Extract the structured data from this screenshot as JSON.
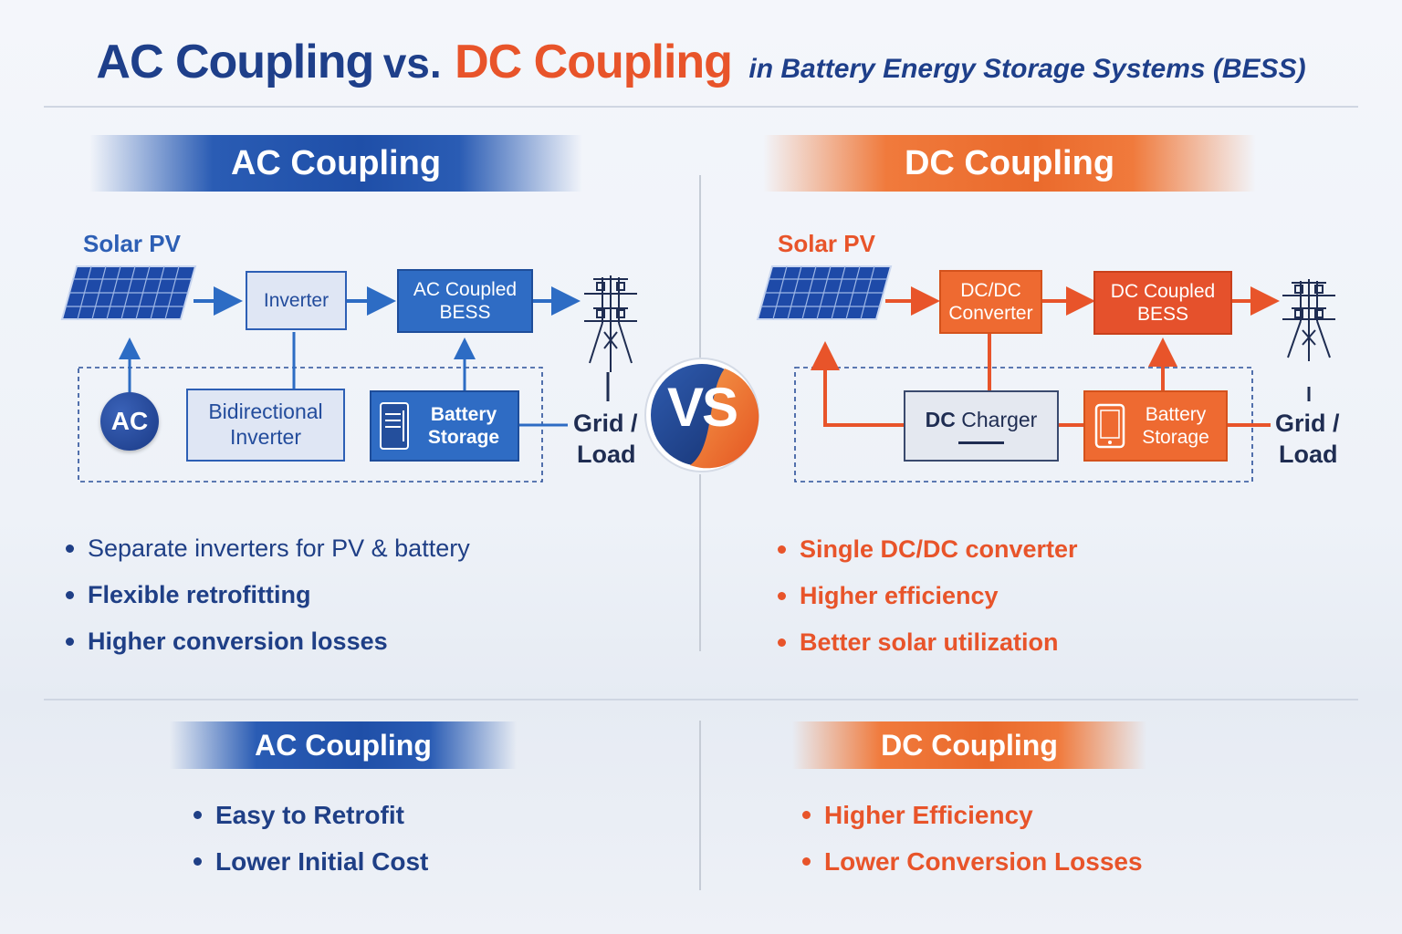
{
  "title": {
    "part1": "AC Coupling",
    "vs": "vs.",
    "part2": "DC Coupling",
    "subtitle": "in Battery Energy Storage Systems (BESS)"
  },
  "ac": {
    "banner": "AC Coupling",
    "solar_label": "Solar PV",
    "inverter": "Inverter",
    "bess_line1": "AC Coupled",
    "bess_line2": "BESS",
    "ac_circle": "AC",
    "bidir_line1": "Bidirectional",
    "bidir_line2": "Inverter",
    "battery_line1": "Battery",
    "battery_line2": "Storage",
    "grid_line1": "Grid /",
    "grid_line2": "Load",
    "bullets": [
      "Separate inverters for PV & battery",
      "Flexible retrofitting",
      "Higher conversion losses"
    ],
    "summary_banner": "AC Coupling",
    "summary": [
      "Easy to Retrofit",
      "Lower Initial Cost"
    ]
  },
  "dc": {
    "banner": "DC Coupling",
    "solar_label": "Solar PV",
    "converter_line1": "DC/DC",
    "converter_line2": "Converter",
    "bess_line1": "DC Coupled",
    "bess_line2": "BESS",
    "charger_dc": "DC",
    "charger_word": "Charger",
    "battery_line1": "Battery",
    "battery_line2": "Storage",
    "grid_line1": "Grid /",
    "grid_line2": "Load",
    "bullets": [
      "Single DC/DC converter",
      "Higher efficiency",
      "Better solar utilization"
    ],
    "summary_banner": "DC Coupling",
    "summary": [
      "Higher Efficiency",
      "Lower Conversion Losses"
    ]
  },
  "vs_badge": "VS",
  "colors": {
    "ac_primary": "#1f4fa8",
    "dc_primary": "#e8542a",
    "title_blue": "#1e3f8a"
  },
  "icons": [
    "solar-panel-icon",
    "transmission-tower-icon",
    "battery-icon",
    "vs-badge-icon"
  ]
}
